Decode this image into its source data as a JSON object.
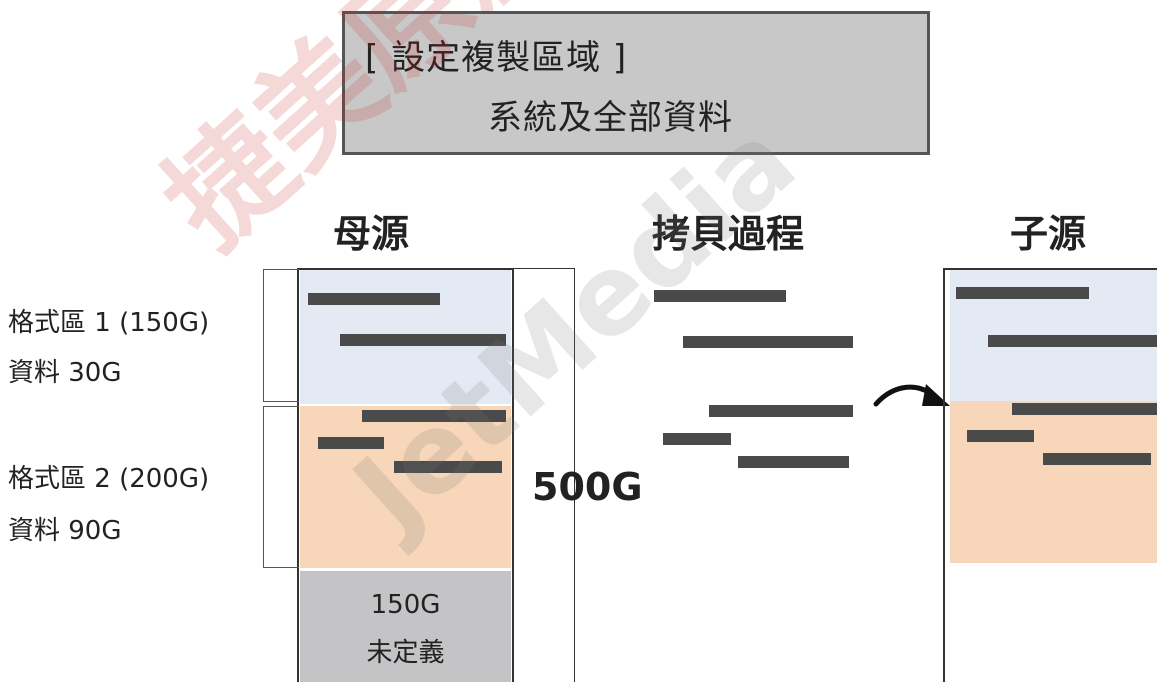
{
  "header": {
    "title": "[ 設定複製區域 ]",
    "subtitle": "系統及全部資料"
  },
  "columns": {
    "source": "母源",
    "process": "拷貝過程",
    "target": "子源"
  },
  "partitions": [
    {
      "name": "格式區 1 (150G)",
      "data": "資料  30G",
      "color": "#e3eaf4"
    },
    {
      "name": "格式區 2 (200G)",
      "data": "資料  90G",
      "color": "#f7d6b9"
    }
  ],
  "unallocated": {
    "size": "150G",
    "label": "未定義",
    "color": "#c4c4c6"
  },
  "total_size": "500G",
  "watermarks": {
    "cn": "捷美原創",
    "en": "JetMedia"
  },
  "icons": {
    "arrow": "curved-arrow-icon"
  }
}
